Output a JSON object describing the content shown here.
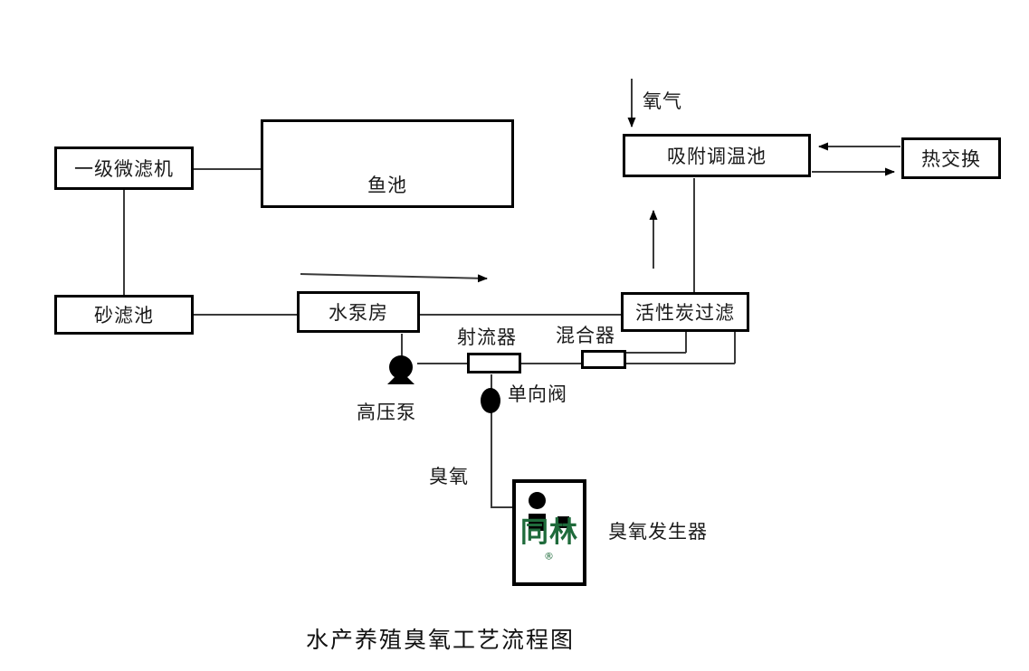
{
  "diagram": {
    "title": "水产养殖臭氧工艺流程图",
    "nodes": {
      "microfilter": "一级微滤机",
      "fish_pond": "鱼池",
      "sand_filter": "砂滤池",
      "pump_house": "水泵房",
      "carbon_filter": "活性炭过滤",
      "adsorption_pool": "吸附调温池",
      "heat_exchange": "热交换"
    },
    "labels": {
      "oxygen": "氧气",
      "jet": "射流器",
      "mixer": "混合器",
      "high_pressure_pump": "高压泵",
      "check_valve": "单向阀",
      "ozone": "臭氧",
      "ozone_generator": "臭氧发生器"
    },
    "device": {
      "brand_text": "同林",
      "brand_mark": "®",
      "brand_color": "#1f6b3b"
    },
    "colors": {
      "stroke": "#000000",
      "line": "#3a3a3a",
      "text": "#1a1a1a",
      "background": "#ffffff",
      "brand_green": "#1f6b3b"
    }
  }
}
